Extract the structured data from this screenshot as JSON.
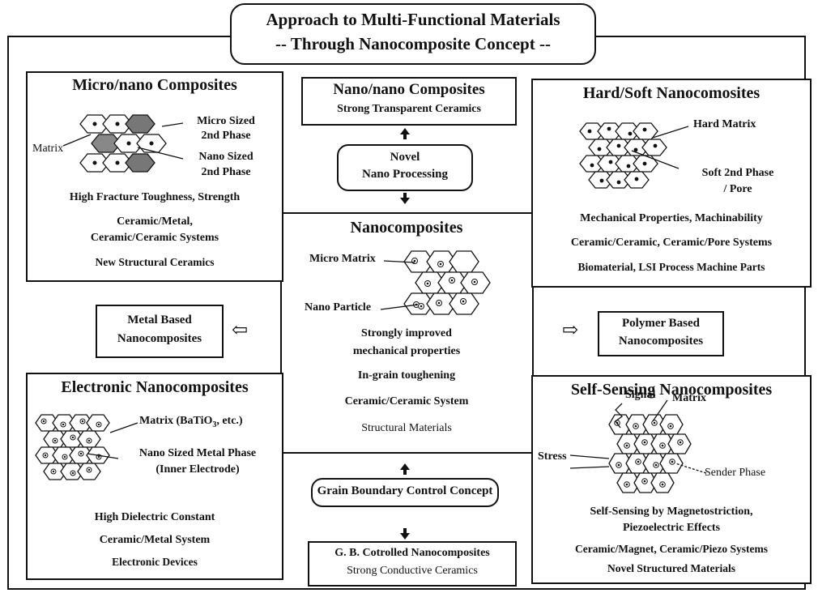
{
  "title": {
    "line1": "Approach to Multi-Functional Materials",
    "line2": "-- Through Nanocomposite Concept --"
  },
  "micro_nano": {
    "title": "Micro/nano Composites",
    "label_micro_line1": "Micro Sized",
    "label_micro_line2": "2nd Phase",
    "label_matrix": "Matrix",
    "label_nano_line1": "Nano Sized",
    "label_nano_line2": "2nd Phase",
    "prop1": "High Fracture Toughness, Strength",
    "prop2_line1": "Ceramic/Metal,",
    "prop2_line2": "Ceramic/Ceramic Systems",
    "prop3": "New Structural Ceramics"
  },
  "nano_nano": {
    "title": "Nano/nano Composites",
    "subtitle": "Strong Transparent Ceramics"
  },
  "novel_processing": {
    "line1": "Novel",
    "line2": "Nano Processing"
  },
  "hard_soft": {
    "title": "Hard/Soft Nanocomosites",
    "label_hard": "Hard Matrix",
    "label_soft_line1": "Soft 2nd Phase",
    "label_soft_line2": "/ Pore",
    "prop1": "Mechanical Properties, Machinability",
    "prop2": "Ceramic/Ceramic, Ceramic/Pore Systems",
    "prop3": "Biomaterial, LSI Process Machine Parts"
  },
  "nanocomposites": {
    "title": "Nanocomposites",
    "label_micro_matrix": "Micro Matrix",
    "label_nano_particle": "Nano Particle",
    "prop1_line1": "Strongly improved",
    "prop1_line2": "mechanical properties",
    "prop2": "In-grain toughening",
    "prop3": "Ceramic/Ceramic System",
    "prop4": "Structural Materials"
  },
  "metal_based": {
    "line1": "Metal Based",
    "line2": "Nanocomposites"
  },
  "polymer_based": {
    "line1": "Polymer Based",
    "line2": "Nanocomposites"
  },
  "electronic": {
    "title": "Electronic Nanocomposites",
    "label_matrix_pre": "Matrix (BaTiO",
    "label_matrix_sub": "3",
    "label_matrix_post": ", etc.)",
    "label_metal_line1": "Nano Sized Metal Phase",
    "label_metal_line2": "(Inner Electrode)",
    "prop1": "High Dielectric Constant",
    "prop2": "Ceramic/Metal System",
    "prop3": "Electronic Devices"
  },
  "grain_boundary": {
    "label": "Grain Boundary Control Concept"
  },
  "gb_controlled": {
    "line1": "G. B. Cotrolled Nanocomposites",
    "line2": "Strong Conductive Ceramics"
  },
  "self_sensing": {
    "title": "Self-Sensing Nanocomposites",
    "label_signal": "Signal",
    "label_matrix": "Matrix",
    "label_stress": "Stress",
    "label_sender": "Sender Phase",
    "prop1_line1": "Self-Sensing by Magnetostriction,",
    "prop1_line2": "Piezoelectric Effects",
    "prop2": "Ceramic/Magnet, Ceramic/Piezo Systems",
    "prop3": "Novel Structured Materials"
  },
  "arrows": {
    "left": "⇦",
    "right": "⇨"
  }
}
